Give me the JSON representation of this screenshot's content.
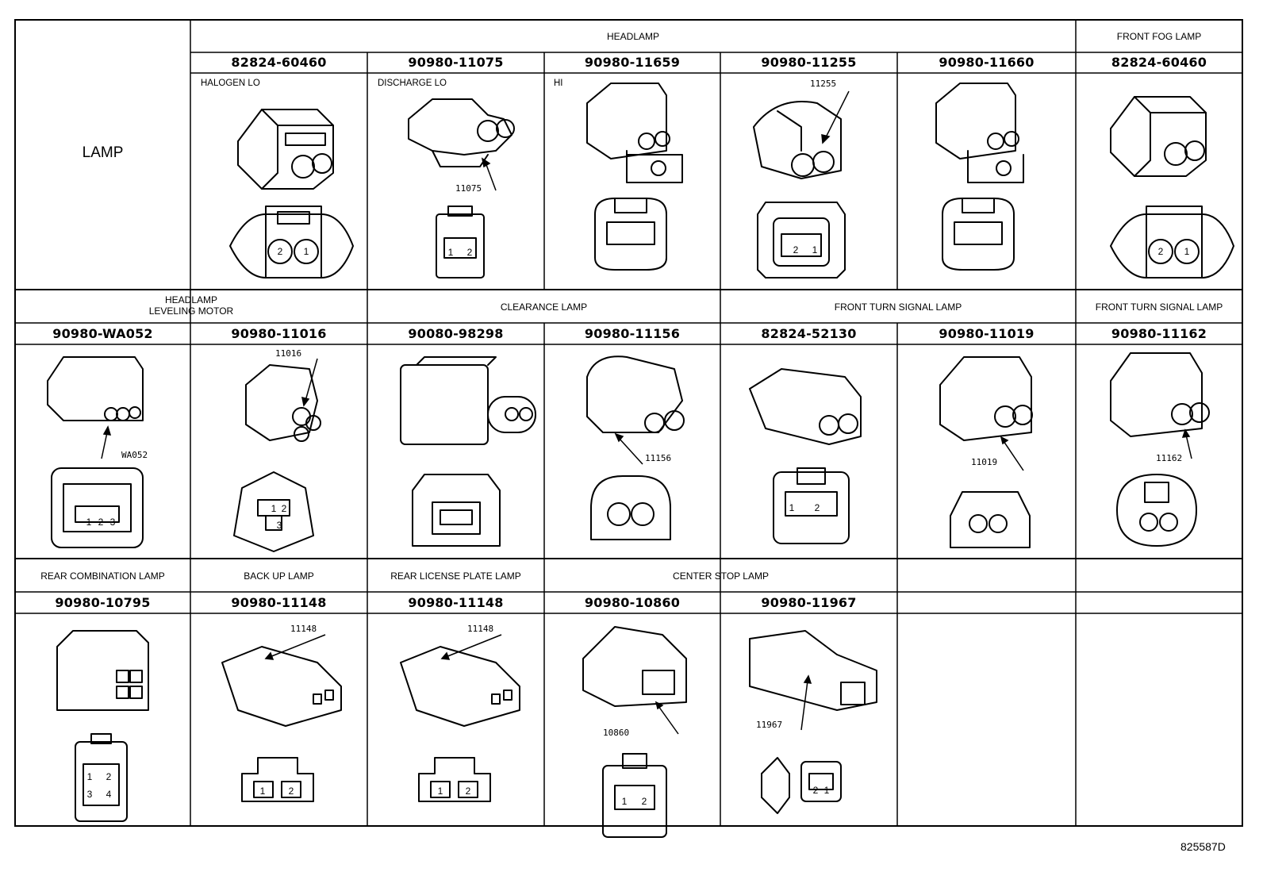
{
  "figure_id": "825587D",
  "lamp_header": "LAMP",
  "groups": [
    "HEADLAMP",
    "FRONT FOG LAMP",
    "HEADLAMP\nLEVELING MOTOR",
    "CLEARANCE LAMP",
    "FRONT TURN SIGNAL LAMP",
    "FRONT TURN SIGNAL LAMP",
    "REAR COMBINATION LAMP",
    "BACK UP LAMP",
    "REAR LICENSE PLATE LAMP",
    "CENTER STOP LAMP"
  ],
  "parts": [
    "82824-60460",
    "90980-11075",
    "90980-11659",
    "90980-11255",
    "90980-11660",
    "82824-60460",
    "90980-WA052",
    "90980-11016",
    "90080-98298",
    "90980-11156",
    "82824-52130",
    "90980-11019",
    "90980-11162",
    "90980-10795",
    "90980-11148",
    "90980-11148",
    "90980-10860",
    "90980-11967"
  ],
  "sublabels": [
    "HALOGEN LO",
    "DISCHARGE LO",
    "HI"
  ],
  "callouts": [
    "11075",
    "11255",
    "WA052",
    "11016",
    "11156",
    "11019",
    "11162",
    "11148",
    "11148",
    "10860",
    "11967"
  ],
  "pin_numbers": {
    "two_a": [
      "2",
      "1"
    ],
    "two_b": [
      "1",
      "2"
    ],
    "three": [
      "1",
      "2",
      "3"
    ],
    "four": [
      "1",
      "2",
      "3",
      "4"
    ]
  }
}
